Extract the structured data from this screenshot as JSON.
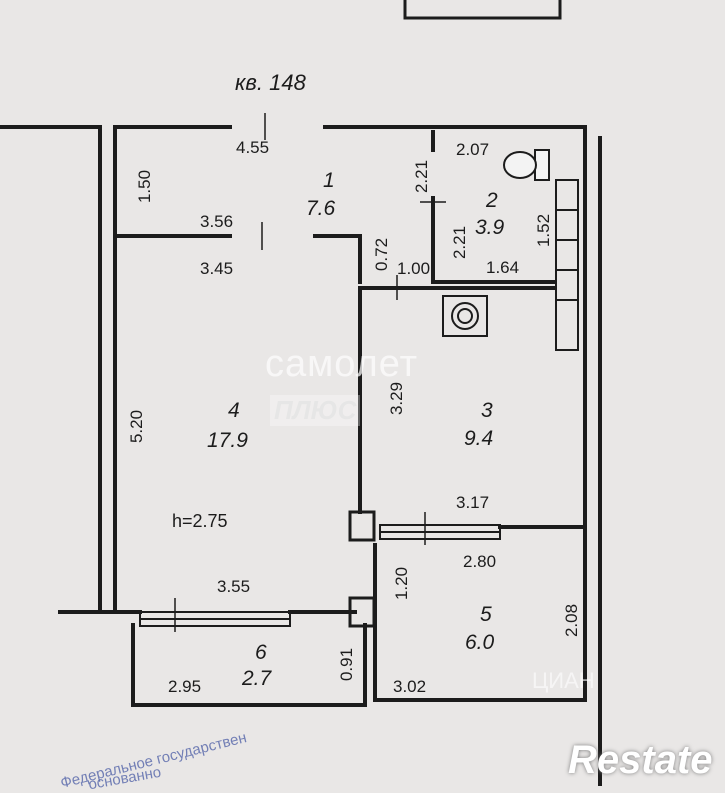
{
  "apartment_label": "кв. 148",
  "ceiling_height": "h=2.75",
  "rooms": [
    {
      "number": "1",
      "area": "7.6"
    },
    {
      "number": "2",
      "area": "3.9"
    },
    {
      "number": "3",
      "area": "9.4"
    },
    {
      "number": "4",
      "area": "17.9"
    },
    {
      "number": "5",
      "area": "6.0"
    },
    {
      "number": "6",
      "area": "2.7"
    }
  ],
  "dimensions": {
    "hall_top": "4.55",
    "hall_side": "1.50",
    "hall_bottom": "3.56",
    "bath_top": "2.07",
    "bath_door_left": "2.21",
    "bath_left": "2.21",
    "bath_right": "1.52",
    "bath_bottom": "1.64",
    "room_top": "3.45",
    "pass_vertical": "0.72",
    "pass_width": "1.00",
    "room_left": "5.20",
    "room_right": "3.29",
    "kitchen_bottom": "3.17",
    "room_bottom": "3.55",
    "loggia5_top": "2.80",
    "loggia5_left": "1.20",
    "loggia5_right": "2.08",
    "loggia5_bottom": "3.02",
    "loggia6_bottom": "2.95",
    "loggia6_right": "0.91"
  },
  "watermarks": {
    "line1": "самолет",
    "line2": "ПЛЮС",
    "brand": "Restate",
    "cian": "ЦИАН",
    "stamp": "Федеральное государствен",
    "stamp2": "основанно"
  },
  "colors": {
    "background": "#e9e7e6",
    "ink": "#1c1c1c"
  }
}
